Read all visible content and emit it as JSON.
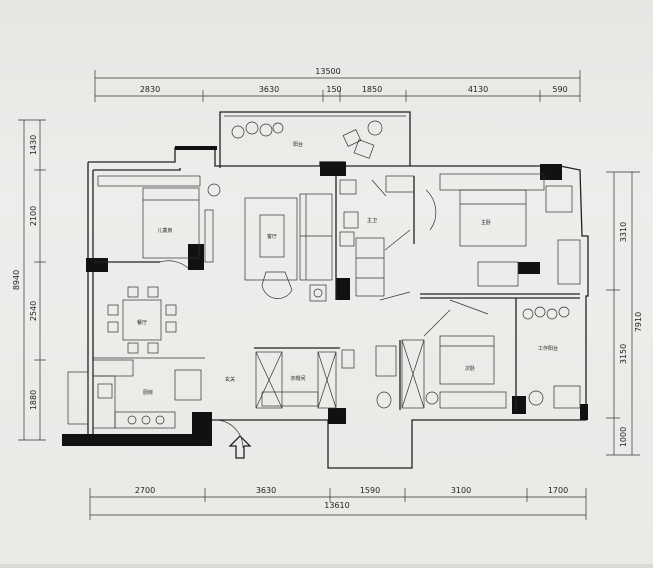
{
  "dimensions": {
    "top_total": "13500",
    "top_segments": [
      "2830",
      "3630",
      "150",
      "1850",
      "4130",
      "590"
    ],
    "bottom_segments": [
      "2700",
      "3630",
      "1590",
      "3100",
      "1700"
    ],
    "bottom_total": "13610",
    "left_total": "8940",
    "left_segments": [
      "1430",
      "2100",
      "2540",
      "1880"
    ],
    "right_total": "7910",
    "right_segments": [
      "3310",
      "3150",
      "1000"
    ]
  },
  "rooms": {
    "balcony": "阳台",
    "kids_room": "儿童房",
    "living_room": "客厅",
    "master_bath": "主卫",
    "master_bedroom": "主卧",
    "dining_room": "餐厅",
    "kitchen": "厨房",
    "foyer": "玄关",
    "cloakroom": "衣帽间",
    "second_bedroom": "次卧",
    "work_balcony": "工作阳台"
  }
}
